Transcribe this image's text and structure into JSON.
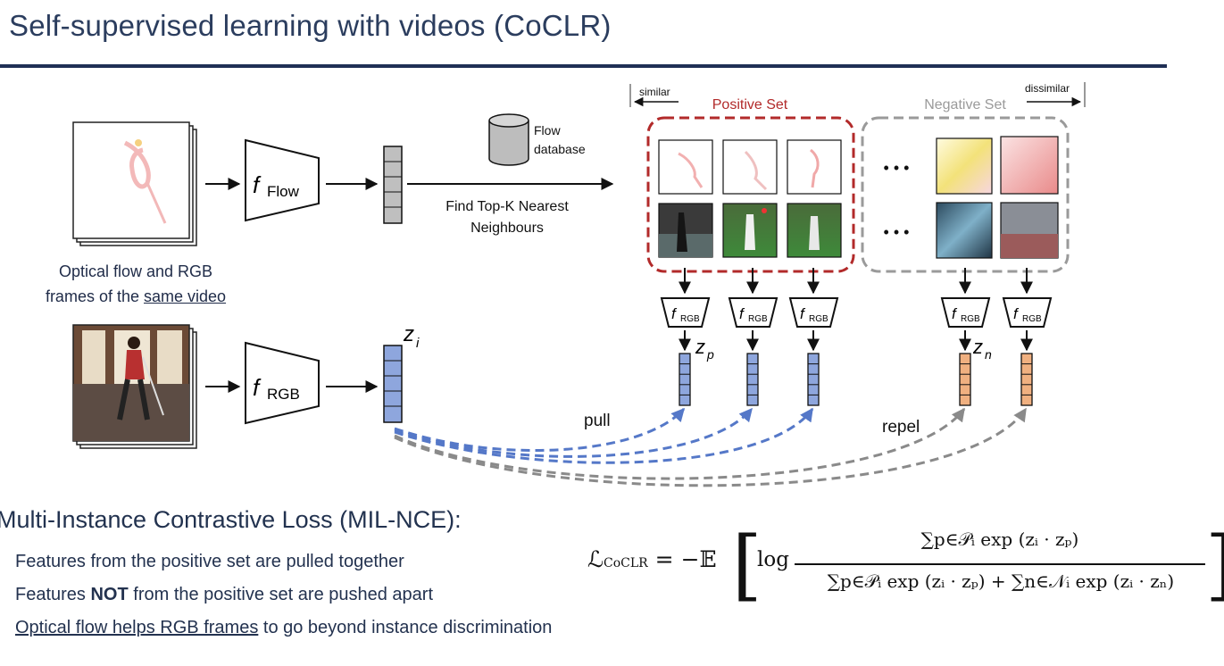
{
  "slide": {
    "title": "Self-supervised learning with videos (CoCLR)"
  },
  "diagram": {
    "caption_line1": "Optical flow and RGB",
    "caption_line2_prefix": "frames of the ",
    "caption_line2_underlined": "same video",
    "encoder_flow": {
      "symbol": "f",
      "subscript": "Flow"
    },
    "encoder_rgb": {
      "symbol": "f",
      "subscript": "RGB"
    },
    "database_label_line1": "Flow",
    "database_label_line2": "database",
    "knn_line1": "Find Top-K Nearest",
    "knn_line2": "Neighbours",
    "similar_label": "similar",
    "dissimilar_label": "dissimilar",
    "positive_set_label": "Positive Set",
    "negative_set_label": "Negative Set",
    "ellipsis": "• • •",
    "z_i": {
      "symbol": "z",
      "subscript": "i"
    },
    "z_p": {
      "symbol": "z",
      "subscript": "p"
    },
    "z_n": {
      "symbol": "z",
      "subscript": "n"
    },
    "pull_label": "pull",
    "repel_label": "repel",
    "colors": {
      "positive": "#b22a2a",
      "negative": "#9a9a9a",
      "pull": "#5578c8",
      "repel": "#8a8a8a",
      "rgb_feature": "#8ea6dd",
      "neg_feature": "#f0b080",
      "flow_feature": "#bfbfbf",
      "title": "#2b3d5e"
    }
  },
  "loss": {
    "heading": "Multi-Instance Contrastive Loss (MIL-NCE):",
    "bullet1": "Features from the positive set are pulled together",
    "bullet2_prefix": "Features ",
    "bullet2_bold": "NOT",
    "bullet2_suffix": " from the positive set are pushed apart",
    "bullet3_underlined": "Optical flow helps RGB frames",
    "bullet3_suffix": " to go beyond instance discrimination",
    "formula": {
      "lhs_symbol": "ℒ",
      "lhs_subscript": "CoCLR",
      "equals": "= −𝔼",
      "log": "log",
      "numerator": "∑p∈𝒫ᵢ exp (zᵢ · zₚ)",
      "denominator": "∑p∈𝒫ᵢ exp (zᵢ · zₚ) + ∑n∈𝒩ᵢ exp (zᵢ · zₙ)"
    }
  }
}
